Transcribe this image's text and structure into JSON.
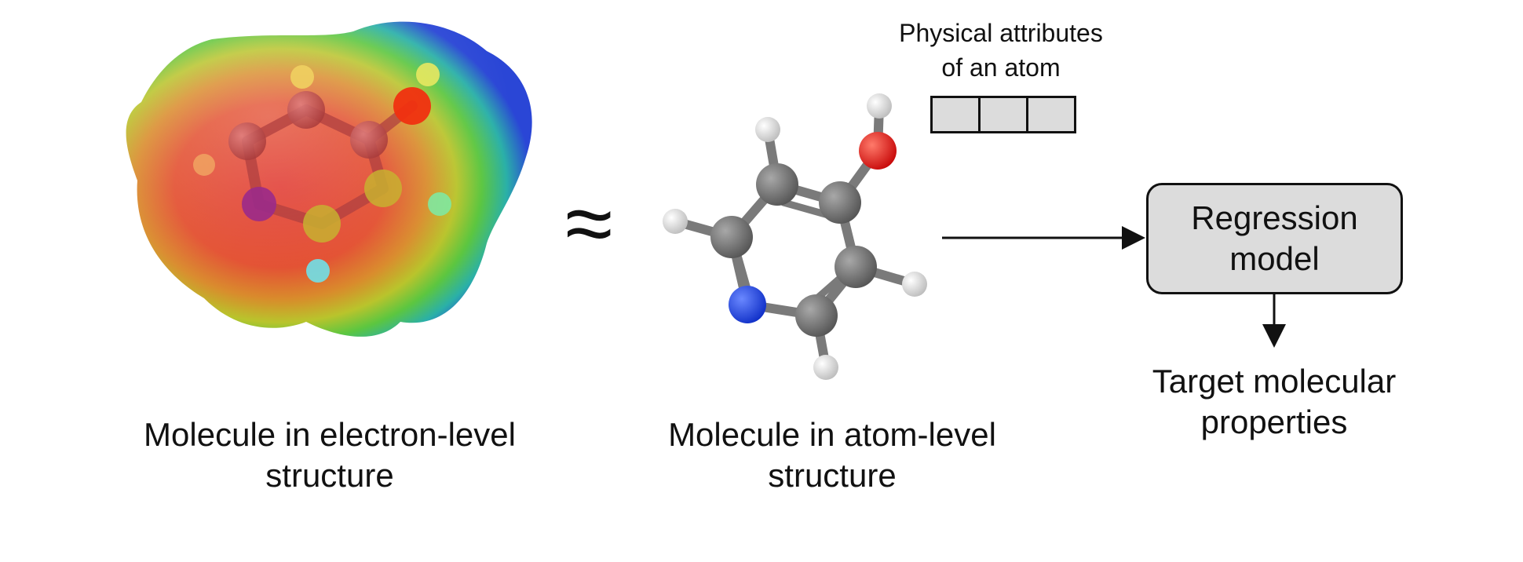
{
  "left_caption": {
    "line1": "Molecule in electron-level",
    "line2": "structure"
  },
  "approx_symbol": "≈",
  "middle_caption": {
    "line1": "Molecule in atom-level",
    "line2": "structure"
  },
  "attributes_label": {
    "line1": "Physical attributes",
    "line2": "of an atom"
  },
  "attribute_cells": 3,
  "regression_box": {
    "line1": "Regression",
    "line2": "model"
  },
  "target_caption": {
    "line1": "Target molecular",
    "line2": "properties"
  },
  "colors": {
    "carbon": "#6f6f6f",
    "nitrogen": "#1f3fe0",
    "oxygen": "#e01010",
    "hydrogen": "#f2f2f2",
    "box_fill": "#dcdcdc",
    "surface_red": "#e0372e",
    "surface_blue": "#2340d8"
  }
}
